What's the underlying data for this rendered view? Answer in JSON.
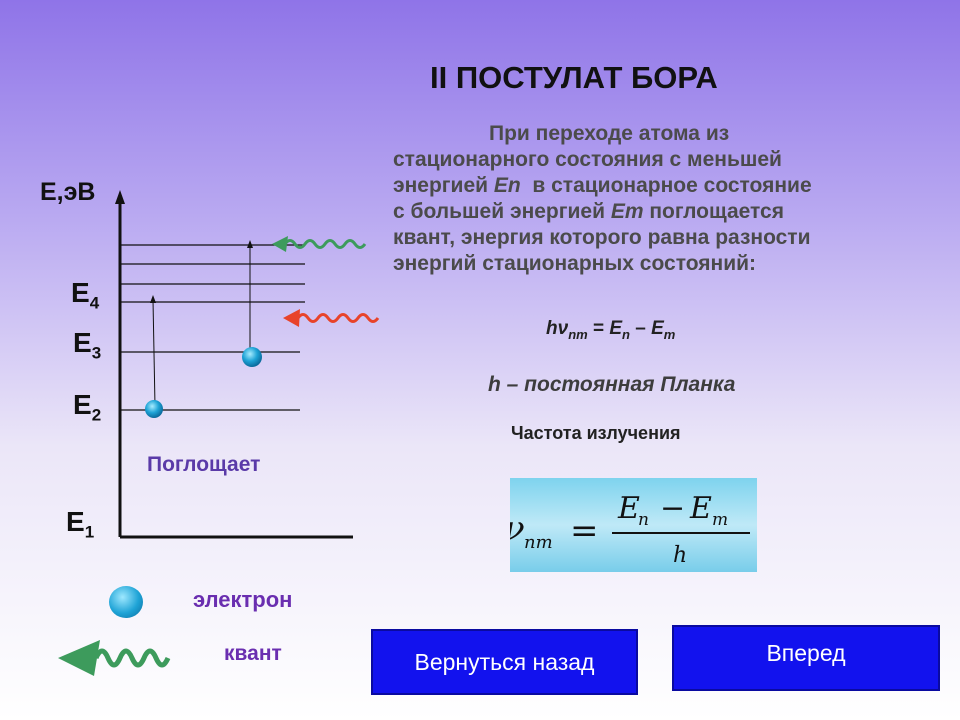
{
  "title": "II ПОСТУЛАТ БОРА",
  "postulate": {
    "line1": "При переходе атома из",
    "line2": "стационарного состояния с меньшей",
    "line3_pre": "энергией ",
    "line3_var": "En",
    "line3_post": "  в стационарное состояние",
    "line4_pre": "с большей энергией ",
    "line4_var": "Em",
    "line4_post": " поглощается",
    "line5": "квант, энергия которого равна разности",
    "line6": "энергий стационарных состояний:"
  },
  "formula": {
    "hv": "hν",
    "hv_sub": "nm",
    "eq": " = ",
    "en": "E",
    "en_sub": "n",
    "minus": " – ",
    "em": "E",
    "em_sub": "m"
  },
  "planck": "h – постоянная Планка",
  "frequency_label": "Частота излучения",
  "frequency_formula": {
    "nu": "ν",
    "nu_sub": "nm",
    "eq": "=",
    "num_e1": "E",
    "num_s1": "n",
    "num_minus": "−",
    "num_e2": "E",
    "num_s2": "m",
    "den": "h"
  },
  "diagram": {
    "axis_label": "E,эВ",
    "levels": [
      {
        "name": "E",
        "sub": "4"
      },
      {
        "name": "E",
        "sub": "3"
      },
      {
        "name": "E",
        "sub": "2"
      },
      {
        "name": "E",
        "sub": "1"
      }
    ],
    "absorb_label": "Поглощает",
    "colors": {
      "wave_green": "#3d9b5c",
      "wave_red": "#e8432a",
      "electron": "#1ea3d6"
    }
  },
  "legend": {
    "electron": "электрон",
    "quantum": "квант",
    "electron_icon": "electron-circle-icon",
    "quantum_icon": "wavy-arrow-icon"
  },
  "buttons": {
    "back": "Вернуться назад",
    "forward": "Вперед"
  },
  "colors": {
    "button_bg": "#1212ee",
    "button_text": "#ffffff"
  }
}
